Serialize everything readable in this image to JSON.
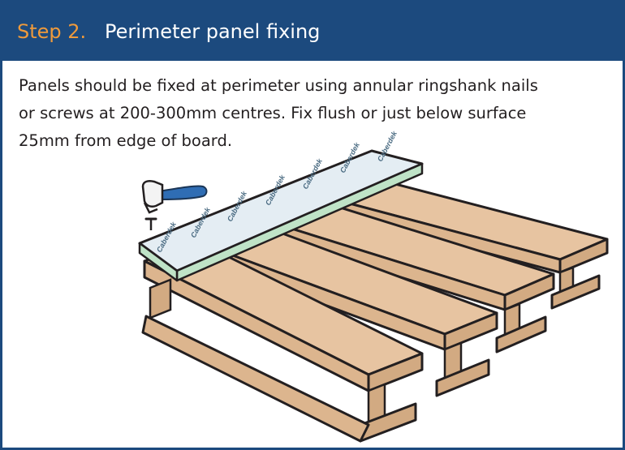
{
  "header": {
    "step": "Step 2.",
    "title": "Perimeter panel fixing"
  },
  "body": {
    "line1": "Panels should be fixed at perimeter using annular ringshank nails",
    "line2": "or screws at 200-300mm centres. Fix flush or just below surface",
    "line3": "25mm from edge of board."
  },
  "illustration": {
    "panel_brand": "Caberdek",
    "colors": {
      "header_bg": "#1c4a7e",
      "step_accent": "#ee9a3c",
      "joist_wood": "#e7c4a1",
      "joist_shadow": "#d2aa82",
      "panel_edge_green": "#bfe3c7",
      "panel_face": "#e4edf3",
      "hammer_handle": "#2f6db4"
    }
  }
}
